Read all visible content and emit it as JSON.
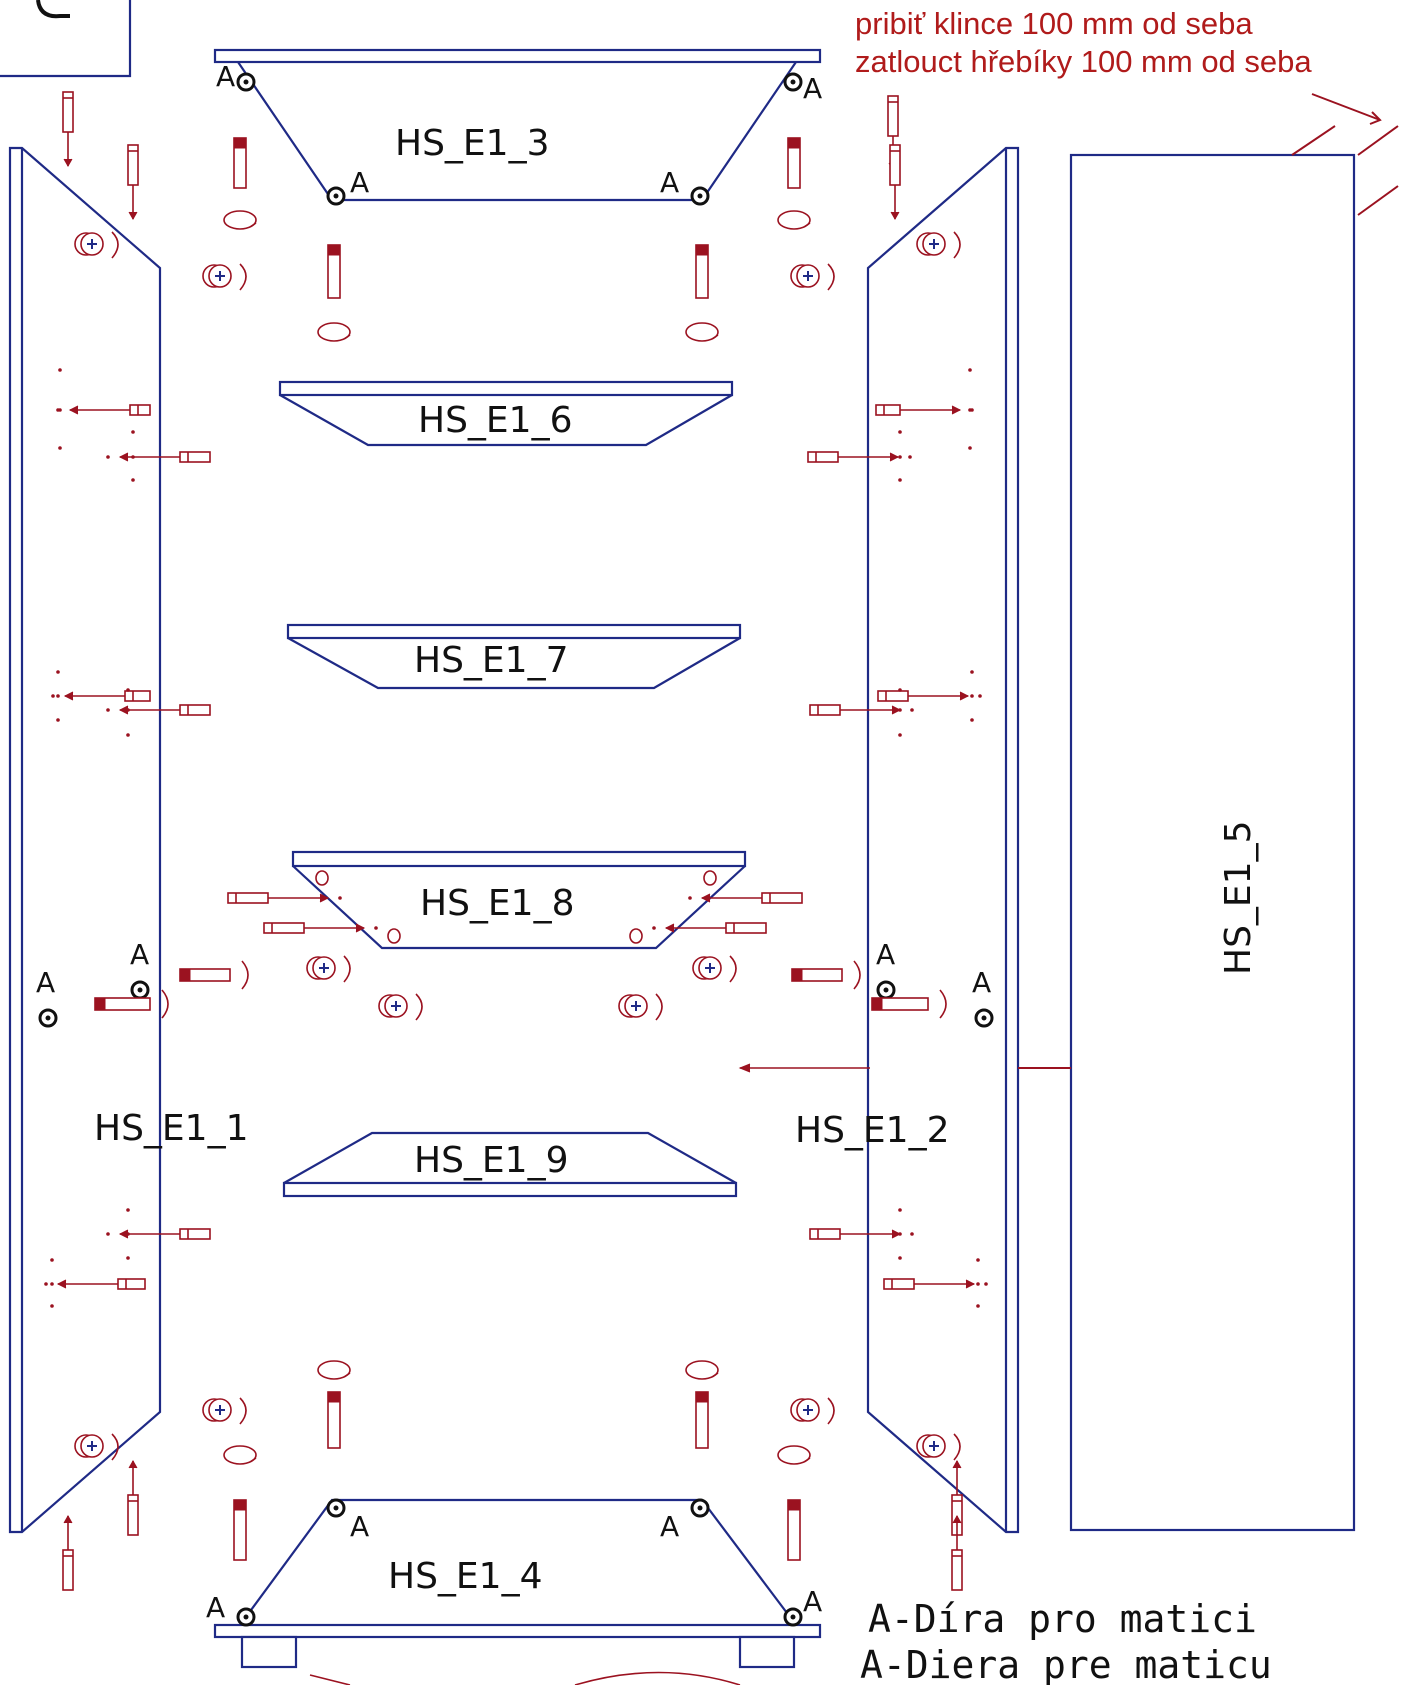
{
  "panels": {
    "p1": "HS_E1_1",
    "p2": "HS_E1_2",
    "p3": "HS_E1_3",
    "p4": "HS_E1_4",
    "p5": "HS_E1_5",
    "p6": "HS_E1_6",
    "p7": "HS_E1_7",
    "p8": "HS_E1_8",
    "p9": "HS_E1_9"
  },
  "hole_marker": "A",
  "nail_note": {
    "line1": "pribiť klince 100 mm od seba",
    "line2": "zatlouct hřebíky 100 mm od seba"
  },
  "legend": {
    "line1": "A-Díra pro matici",
    "line2": "A-Diera pre maticu"
  },
  "colors": {
    "panel_stroke": "#1f2a86",
    "hardware": "#9b1220",
    "note_text": "#b01b1b"
  }
}
